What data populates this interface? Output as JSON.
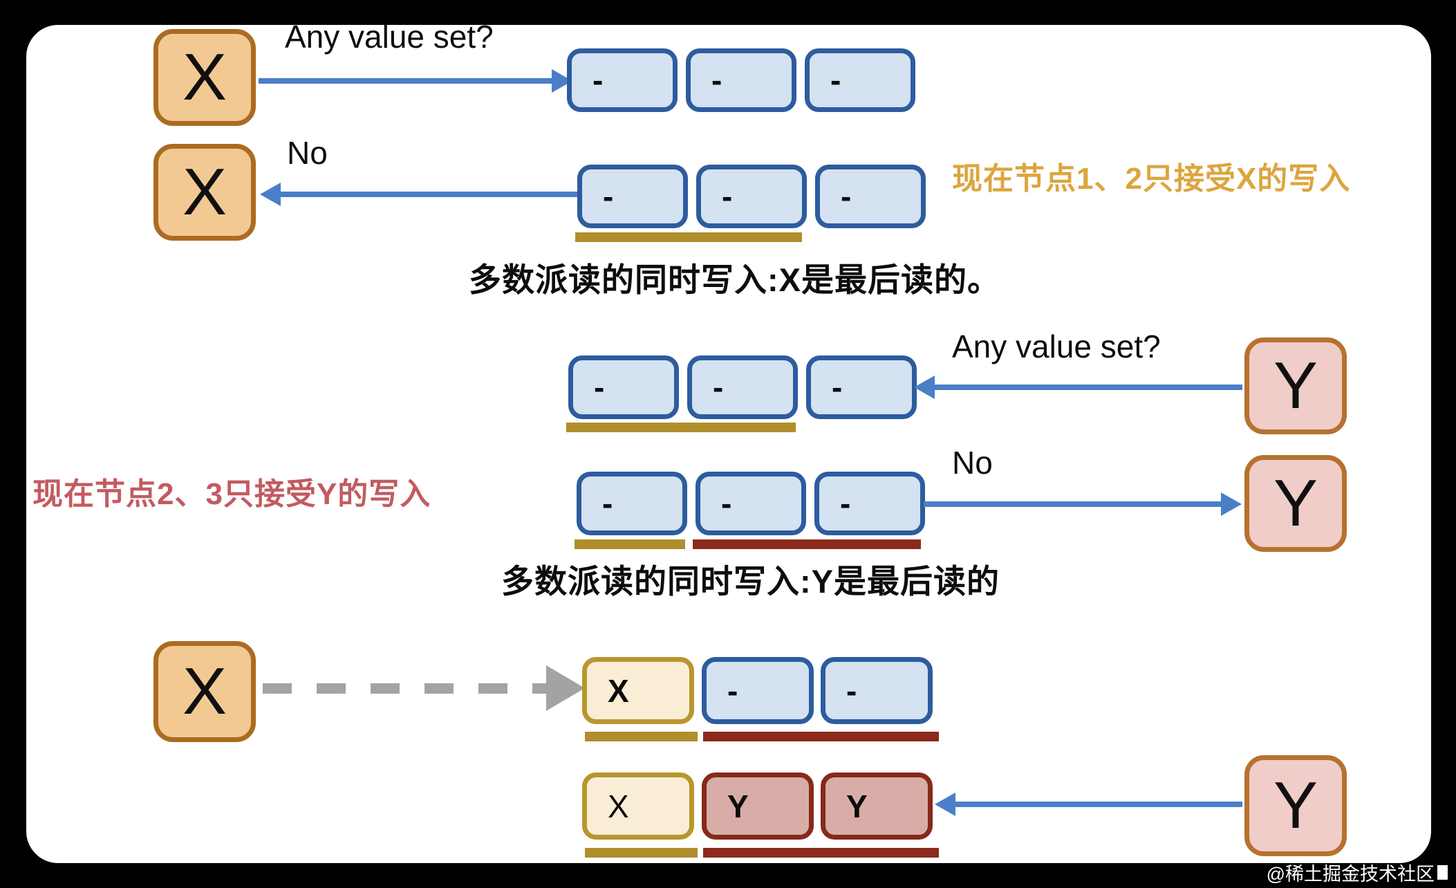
{
  "colors": {
    "bg": "#000000",
    "sheet": "#ffffff",
    "node_x_fill": "#F3C993",
    "node_x_border": "#AC6B22",
    "node_y_fill": "#F0CDC8",
    "node_y_border": "#B5722E",
    "cell_blue_fill": "#D4E2F1",
    "cell_blue_border": "#2D5C9E",
    "cell_cream_fill": "#F9EDD6",
    "cell_cream_border": "#B8962F",
    "cell_pink_fill": "#D9ADA7",
    "cell_pink_border": "#86291B",
    "arrow_blue": "#4A7FC8",
    "arrow_gray": "#A3A3A3",
    "bar_gold": "#B08E2B",
    "bar_red": "#8C2A1B",
    "text_gold": "#DCA53F",
    "text_pink": "#C25B60",
    "text_black": "#0d0d0d",
    "watermark_text": "#ffffff"
  },
  "sections": {
    "x_round": {
      "query": {
        "node": "X",
        "arrow_label": "Any value set?",
        "cells": [
          "-",
          "-",
          "-"
        ]
      },
      "response": {
        "node": "X",
        "arrow_label": "No",
        "cells": [
          "-",
          "-",
          "-"
        ]
      },
      "annotation": "现在节点1、2只接受X的写入",
      "caption": "多数派读的同时写入:X是最后读的。"
    },
    "y_round": {
      "query": {
        "node": "Y",
        "arrow_label": "Any value set?",
        "cells": [
          "-",
          "-",
          "-"
        ]
      },
      "response": {
        "node": "Y",
        "arrow_label": "No",
        "cells": [
          "-",
          "-",
          "-"
        ]
      },
      "annotation": "现在节点2、3只接受Y的写入",
      "caption": "多数派读的同时写入:Y是最后读的"
    },
    "final": {
      "x_write": {
        "node": "X",
        "cells": [
          "X",
          "-",
          "-"
        ]
      },
      "y_write": {
        "node": "Y",
        "cells": [
          "X",
          "Y",
          "Y"
        ]
      }
    }
  },
  "watermark": {
    "text": "@稀土掘金技术社区"
  }
}
